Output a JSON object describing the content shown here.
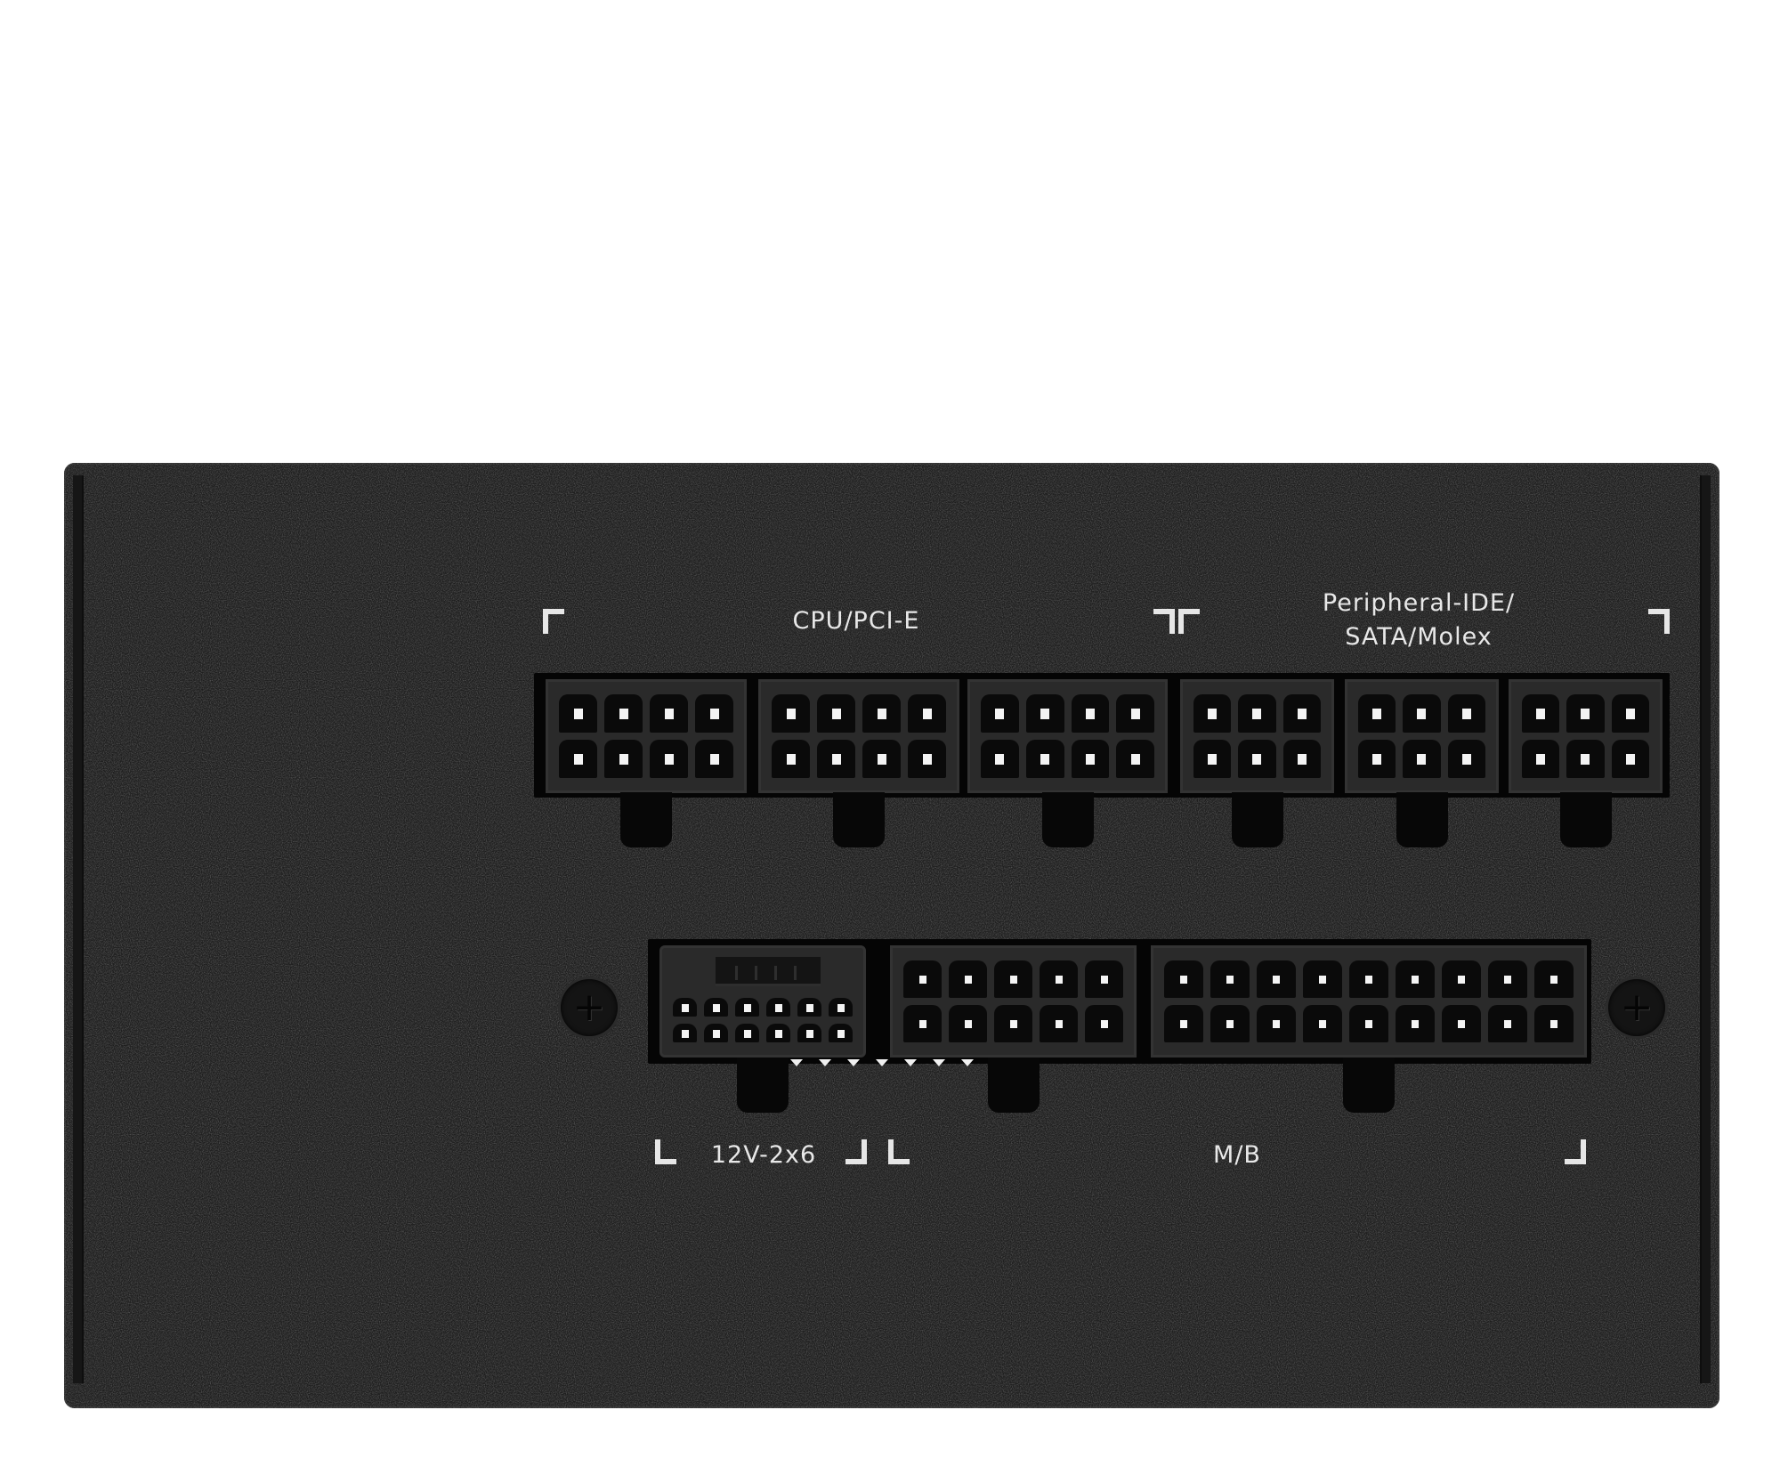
{
  "product": "PSU modular connector panel",
  "colors": {
    "panel": "#1f1f1f",
    "connector": "#2a2a2a",
    "label": "#e8e8e8",
    "background": "#ffffff"
  },
  "labels": {
    "cpu_pcie": "CPU/PCI-E",
    "peripheral_line1": "Peripheral-IDE/",
    "peripheral_line2": "SATA/Molex",
    "gpu_12v": "12V-2x6",
    "motherboard": "M/B"
  },
  "top_row": [
    {
      "group": "CPU/PCI-E",
      "pins": 8,
      "columns": 4
    },
    {
      "group": "CPU/PCI-E",
      "pins": 8,
      "columns": 4
    },
    {
      "group": "CPU/PCI-E",
      "pins": 8,
      "columns": 4
    },
    {
      "group": "Peripheral-IDE/SATA/Molex",
      "pins": 6,
      "columns": 3
    },
    {
      "group": "Peripheral-IDE/SATA/Molex",
      "pins": 6,
      "columns": 3
    },
    {
      "group": "Peripheral-IDE/SATA/Molex",
      "pins": 6,
      "columns": 3
    }
  ],
  "bottom_row": [
    {
      "group": "12V-2x6",
      "pins": 12,
      "columns": 6
    },
    {
      "group": "M/B",
      "pins": 10,
      "columns": 5
    },
    {
      "group": "M/B",
      "pins": 18,
      "columns": 9
    }
  ],
  "screws": 2
}
